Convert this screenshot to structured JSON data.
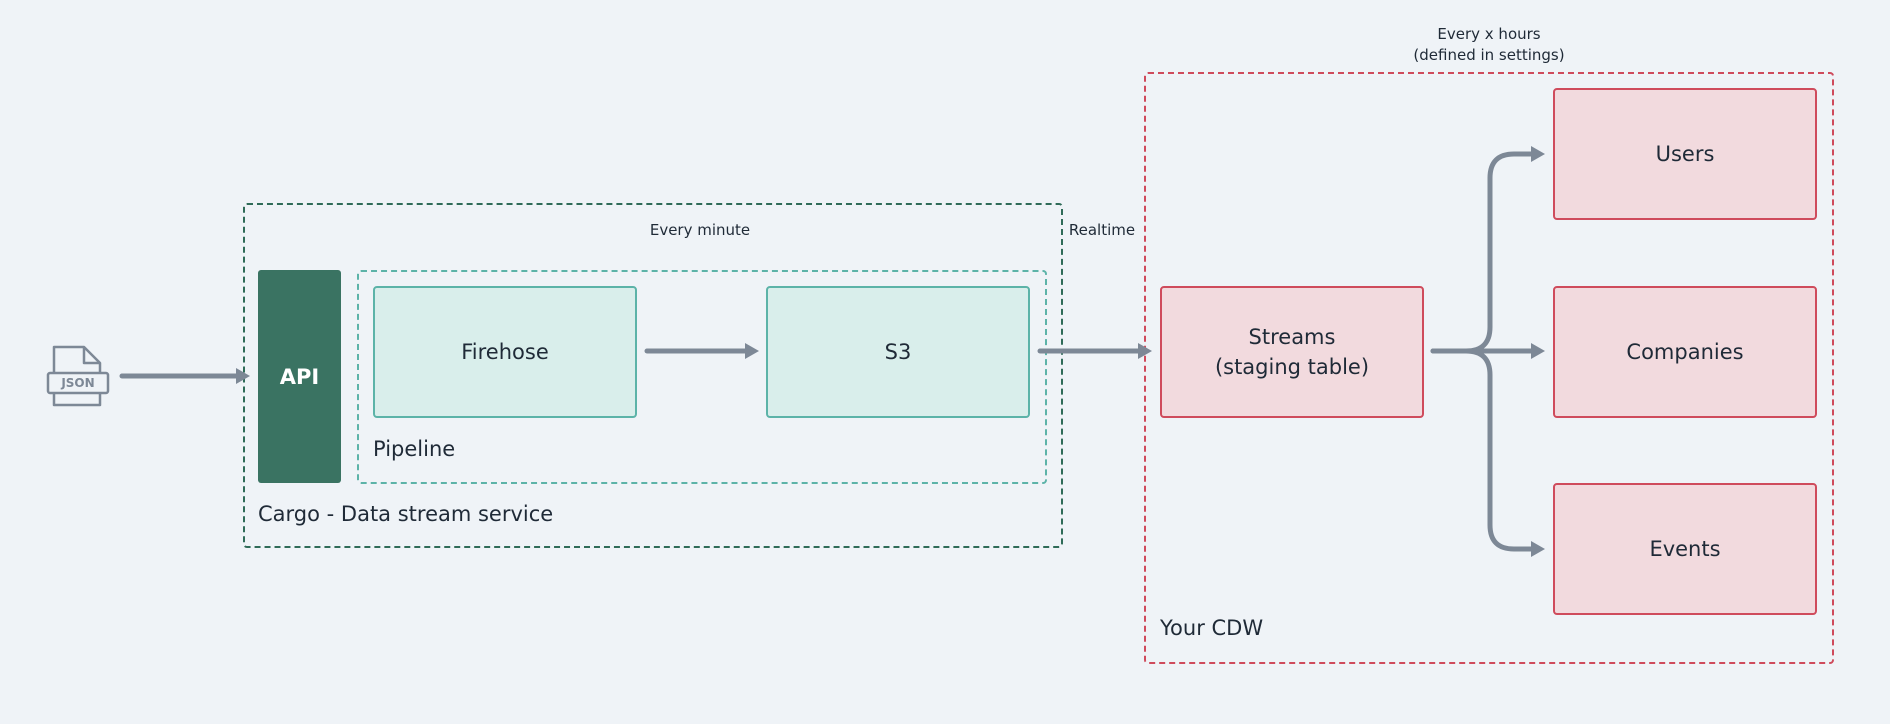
{
  "groups": {
    "cargo_label": "Cargo - Data stream service",
    "pipeline_label": "Pipeline",
    "cdw_label": "Your CDW"
  },
  "nodes": {
    "json_icon_text": "JSON",
    "api": "API",
    "firehose": "Firehose",
    "s3": "S3",
    "streams_line1": "Streams",
    "streams_line2": "(staging table)",
    "users": "Users",
    "companies": "Companies",
    "events": "Events"
  },
  "edge_labels": {
    "every_minute": "Every minute",
    "realtime": "Realtime",
    "every_x_hours_line1": "Every x hours",
    "every_x_hours_line2": "(defined in settings)"
  },
  "colors": {
    "background": "#eff3f7",
    "cargo_border": "#2f6b58",
    "pipeline_border": "#5cb3a8",
    "cdw_border": "#cf4b5c",
    "api_fill": "#3a7362",
    "teal_fill": "#d9eeeb",
    "red_fill": "#f2dade",
    "edge": "#7d8896"
  }
}
